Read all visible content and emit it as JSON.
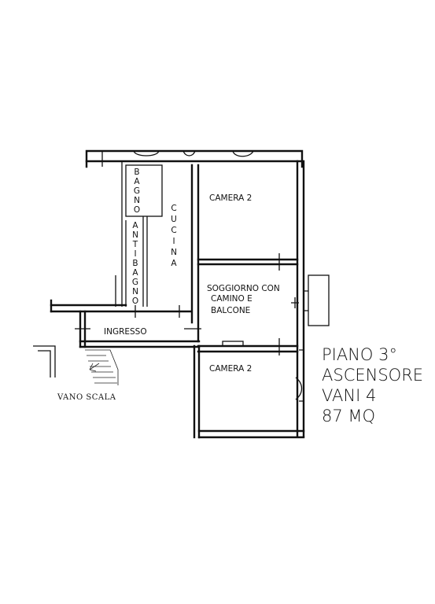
{
  "rooms": {
    "bagno": "BAGNO",
    "antibagno": "ANTIBAGNO",
    "cucina": "CUCINA",
    "camera_top": "CAMERA 2",
    "soggiorno_line1": "SOGGIORNO CON",
    "soggiorno_line2": "CAMINO E",
    "soggiorno_line3": "BALCONE",
    "ingresso": "INGRESSO",
    "camera_bottom": "CAMERA 2",
    "vano_scala": "VANO SCALA"
  },
  "info": {
    "floor": "PIANO 3°",
    "elevator": "ASCENSORE",
    "rooms_count": "VANI 4",
    "area": "87 MQ"
  }
}
